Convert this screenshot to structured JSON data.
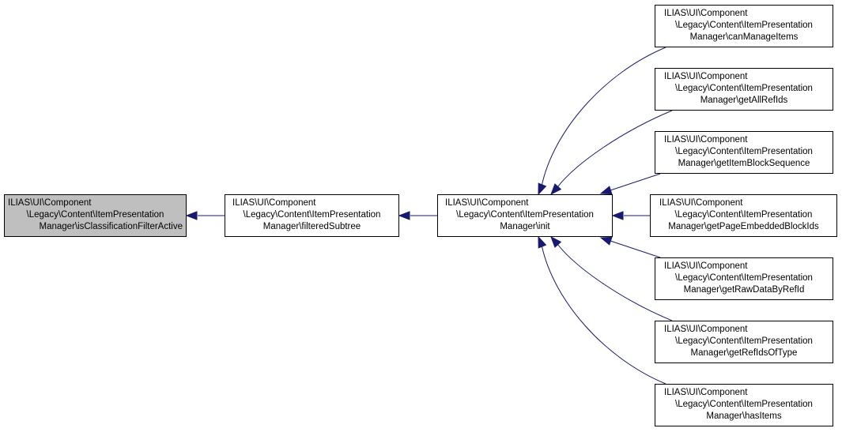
{
  "graph": {
    "edge_color": "#191970",
    "highlight_fill": "#bfbfbf",
    "nodes": {
      "isClassificationFilterActive": {
        "lines": [
          "ILIAS\\UI\\Component",
          "\\Legacy\\Content\\ItemPresentation",
          "Manager\\isClassificationFilterActive"
        ],
        "highlighted": true
      },
      "filteredSubtree": {
        "lines": [
          "ILIAS\\UI\\Component",
          "\\Legacy\\Content\\ItemPresentation",
          "Manager\\filteredSubtree"
        ]
      },
      "init": {
        "lines": [
          "ILIAS\\UI\\Component",
          "\\Legacy\\Content\\ItemPresentation",
          "Manager\\init"
        ]
      },
      "canManageItems": {
        "lines": [
          "ILIAS\\UI\\Component",
          "\\Legacy\\Content\\ItemPresentation",
          "Manager\\canManageItems"
        ]
      },
      "getAllRefIds": {
        "lines": [
          "ILIAS\\UI\\Component",
          "\\Legacy\\Content\\ItemPresentation",
          "Manager\\getAllRefIds"
        ]
      },
      "getItemBlockSequence": {
        "lines": [
          "ILIAS\\UI\\Component",
          "\\Legacy\\Content\\ItemPresentation",
          "Manager\\getItemBlockSequence"
        ]
      },
      "getPageEmbeddedBlockIds": {
        "lines": [
          "ILIAS\\UI\\Component",
          "\\Legacy\\Content\\ItemPresentation",
          "Manager\\getPageEmbeddedBlockIds"
        ]
      },
      "getRawDataByRefId": {
        "lines": [
          "ILIAS\\UI\\Component",
          "\\Legacy\\Content\\ItemPresentation",
          "Manager\\getRawDataByRefId"
        ]
      },
      "getRefIdsOfType": {
        "lines": [
          "ILIAS\\UI\\Component",
          "\\Legacy\\Content\\ItemPresentation",
          "Manager\\getRefIdsOfType"
        ]
      },
      "hasItems": {
        "lines": [
          "ILIAS\\UI\\Component",
          "\\Legacy\\Content\\ItemPresentation",
          "Manager\\hasItems"
        ]
      }
    }
  }
}
